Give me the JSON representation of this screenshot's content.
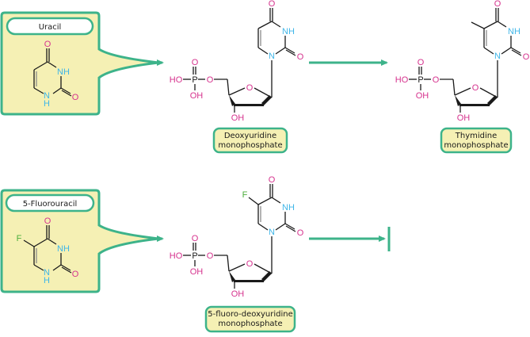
{
  "colors": {
    "accent": "#3db38a",
    "box_fill": "#f5f0b4",
    "oxygen": "#d6338e",
    "nitrogen": "#3fb6e8",
    "fluorine": "#4cae3c",
    "bond": "#1a1a1a"
  },
  "rows": [
    {
      "source": {
        "name": "Uracil",
        "atoms": {
          "o_top": "O",
          "nh": "NH",
          "o_right": "O",
          "n_bottom": "N",
          "h_bottom": "H"
        }
      },
      "intermediate": {
        "label_line1": "Deoxyuridine",
        "label_line2": "monophosphate",
        "atoms": {
          "o_top": "O",
          "nh": "NH",
          "o_right": "O",
          "n": "N",
          "p": "P",
          "p_o_top": "O",
          "p_ho": "HO",
          "p_oh": "OH",
          "p_o_link": "O",
          "ring_o": "O",
          "oh_bottom": "OH"
        }
      },
      "arrow": "forward",
      "product": {
        "label_line1": "Thymidine",
        "label_line2": "monophosphate",
        "atoms": {
          "o_top": "O",
          "nh": "NH",
          "o_right": "O",
          "n": "N",
          "p": "P",
          "p_o_top": "O",
          "p_ho": "HO",
          "p_oh": "OH",
          "p_o_link": "O",
          "ring_o": "O",
          "oh_bottom": "OH"
        }
      }
    },
    {
      "source": {
        "name": "5-Fluorouracil",
        "atoms": {
          "f": "F",
          "o_top": "O",
          "nh": "NH",
          "o_right": "O",
          "n_bottom": "N",
          "h_bottom": "H"
        }
      },
      "intermediate": {
        "label_line1": "5-fluoro-deoxyuridine",
        "label_line2": "monophosphate",
        "atoms": {
          "f": "F",
          "o_top": "O",
          "nh": "NH",
          "o_right": "O",
          "n": "N",
          "p": "P",
          "p_o_top": "O",
          "p_ho": "HO",
          "p_oh": "OH",
          "p_o_link": "O",
          "ring_o": "O",
          "oh_bottom": "OH"
        }
      },
      "arrow": "inhibited"
    }
  ]
}
